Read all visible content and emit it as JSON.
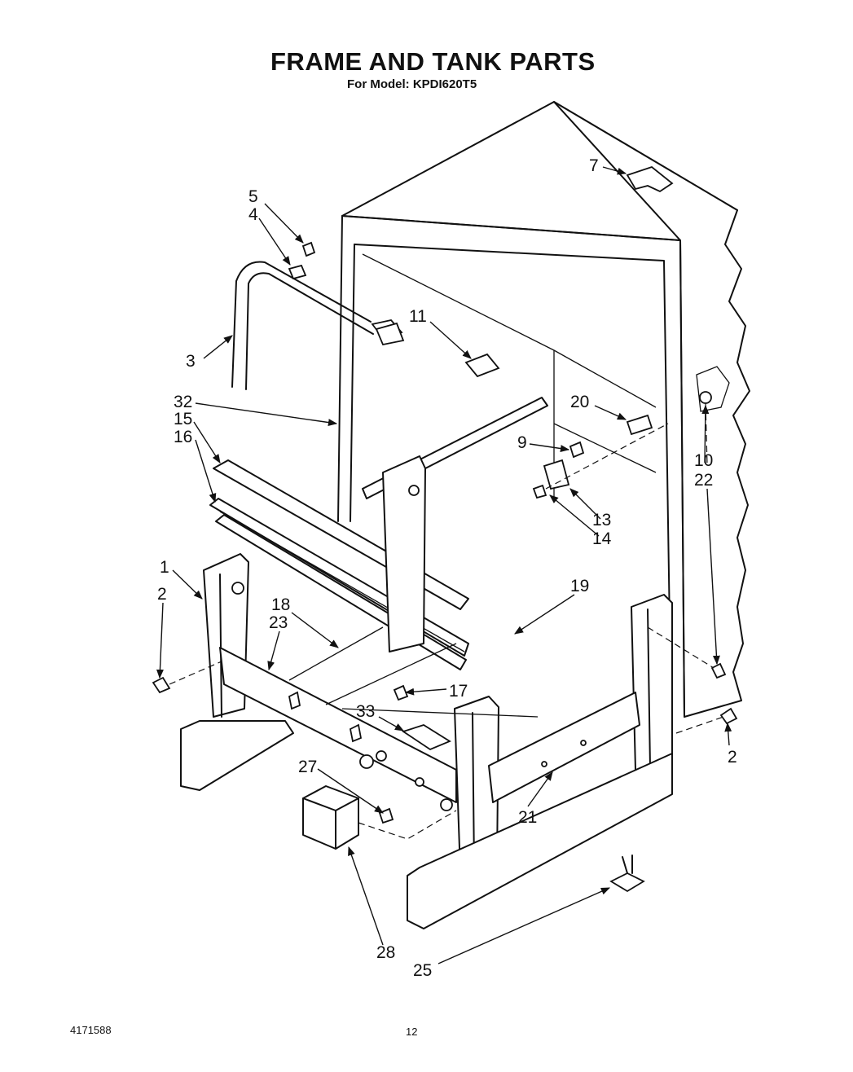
{
  "header": {
    "title": "FRAME AND TANK PARTS",
    "subtitle": "For Model: KPDI620T5"
  },
  "footer": {
    "document_number": "4171588",
    "page_number": "12"
  },
  "callouts": [
    {
      "id": "c5",
      "text": "5"
    },
    {
      "id": "c4",
      "text": "4"
    },
    {
      "id": "c3",
      "text": "3"
    },
    {
      "id": "c7",
      "text": "7"
    },
    {
      "id": "c11",
      "text": "11"
    },
    {
      "id": "c32",
      "text": "32"
    },
    {
      "id": "c15",
      "text": "15"
    },
    {
      "id": "c16",
      "text": "16"
    },
    {
      "id": "c20",
      "text": "20"
    },
    {
      "id": "c9",
      "text": "9"
    },
    {
      "id": "c10",
      "text": "10"
    },
    {
      "id": "c22",
      "text": "22"
    },
    {
      "id": "c13",
      "text": "13"
    },
    {
      "id": "c14",
      "text": "14"
    },
    {
      "id": "c1",
      "text": "1"
    },
    {
      "id": "c2a",
      "text": "2"
    },
    {
      "id": "c19",
      "text": "19"
    },
    {
      "id": "c18",
      "text": "18"
    },
    {
      "id": "c23",
      "text": "23"
    },
    {
      "id": "c17",
      "text": "17"
    },
    {
      "id": "c33",
      "text": "33"
    },
    {
      "id": "c2b",
      "text": "2"
    },
    {
      "id": "c27",
      "text": "27"
    },
    {
      "id": "c21",
      "text": "21"
    },
    {
      "id": "c28",
      "text": "28"
    },
    {
      "id": "c25",
      "text": "25"
    }
  ]
}
